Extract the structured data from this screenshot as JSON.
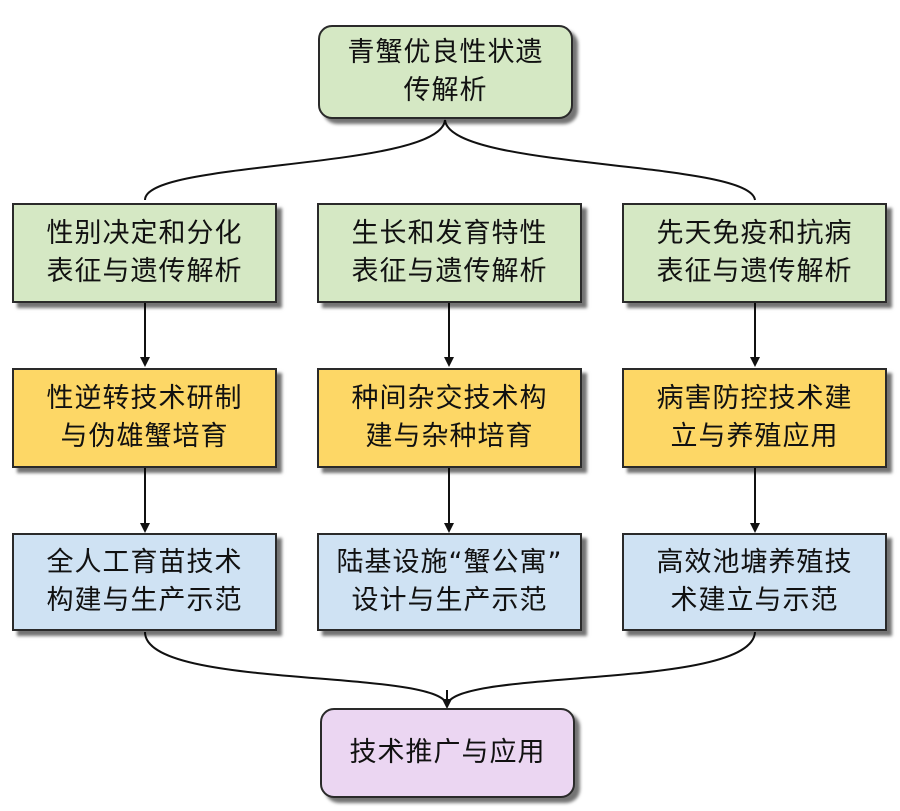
{
  "top": {
    "label": "青蟹优良性状遗\n传解析"
  },
  "columns": [
    {
      "analysis": "性别决定和分化\n表征与遗传解析",
      "technique": "性逆转技术研制\n与伪雄蟹培育",
      "production": "全人工育苗技术\n构建与生产示范"
    },
    {
      "analysis": "生长和发育特性\n表征与遗传解析",
      "technique": "种间杂交技术构\n建与杂种培育",
      "production": "陆基设施“蟹公寓”\n设计与生产示范"
    },
    {
      "analysis": "先天免疫和抗病\n表征与遗传解析",
      "technique": "病害防控技术建\n立与养殖应用",
      "production": "高效池塘养殖技\n术建立与示范"
    }
  ],
  "bottom": {
    "label": "技术推广与应用"
  },
  "colors": {
    "analysis": "#d5e8c4",
    "technique": "#fdd766",
    "production": "#cfe2f3",
    "bottom": "#ebd6f2"
  }
}
